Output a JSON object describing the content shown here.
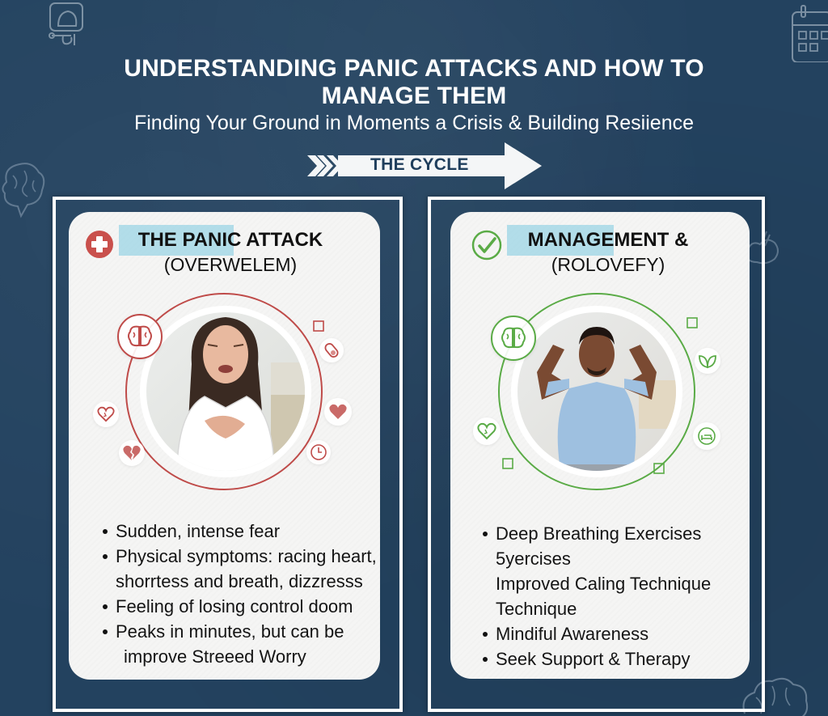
{
  "header": {
    "title": "UNDERSTANDING PANIC ATTACKS AND HOW TO MANAGE THEM",
    "subtitle": "Finding Your Ground in Moments a Crisis & Building Resiience"
  },
  "cycle": {
    "label": "THE CYCLE",
    "icon": "arrow-right-chevrons-icon"
  },
  "panels": [
    {
      "id": "panic-attack",
      "heading_line1": "THE PANIC ATTACK",
      "heading_line2": "(OVERWELEM)",
      "heading_icon": "red-cross-icon",
      "accent_color": "#c0504d",
      "image_description": "Distressed woman with eyes closed holding her hands to her chest",
      "orbit_icons": [
        "brain-icon",
        "square-icon",
        "pill-icon",
        "heart-icon",
        "broken-heart-icon",
        "heart-outline-icon",
        "clock-icon"
      ],
      "bullets": [
        {
          "type": "bullet",
          "text": "Sudden, intense fear"
        },
        {
          "type": "bullet",
          "text": "Physical symptoms: racing heart,"
        },
        {
          "type": "cont",
          "text": "shorrtess and breath, dizzresss"
        },
        {
          "type": "bullet",
          "text": "Feeling of losing control doom"
        },
        {
          "type": "bullet",
          "text": "Peaks in minutes, but can be"
        },
        {
          "type": "cont2",
          "text": "improve Streeed Worry"
        }
      ]
    },
    {
      "id": "management",
      "heading_line1": "MANAGEMENT &",
      "heading_line2": "(ROLOVEFY)",
      "heading_icon": "green-check-icon",
      "accent_color": "#5aab46",
      "image_description": "Calm man sitting cross-legged with eyes closed, hands near his head",
      "orbit_icons": [
        "brain-icon",
        "square-icon",
        "leaf-icon",
        "heart-outline-icon",
        "bed-icon",
        "square-icon",
        "square-icon"
      ],
      "bullets": [
        {
          "type": "bullet",
          "text": "Deep Breathing Exercises"
        },
        {
          "type": "cont",
          "text": "5yercises"
        },
        {
          "type": "cont",
          "text": "Improved Caling Technique"
        },
        {
          "type": "cont",
          "text": "Technique"
        },
        {
          "type": "bullet",
          "text": "Mindiful Awareness"
        },
        {
          "type": "bullet",
          "text": "Seek Support & Therapy"
        }
      ]
    }
  ],
  "background_icons": [
    "lightbulb-head-icon",
    "calendar-icon",
    "brain-sketch-icon",
    "brain-sketch-icon",
    "brain-sketch-icon"
  ],
  "colors": {
    "background": "#23425f",
    "panic_accent": "#c0504d",
    "management_accent": "#5aab46",
    "heading_highlight": "#a6d8e6",
    "card": "#f5f5f4"
  }
}
